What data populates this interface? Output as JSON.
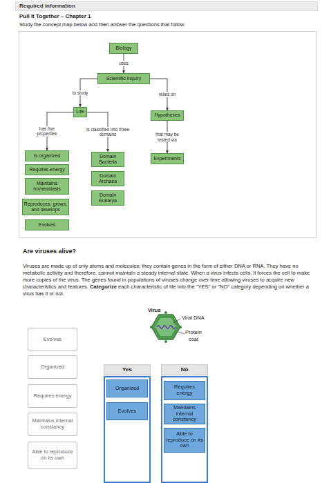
{
  "diagram": {
    "title": "Required information",
    "nodes": [
      {
        "text": [
          "Biology"
        ]
      },
      {
        "text": [
          "Scientific inquiry"
        ]
      },
      {
        "text": [
          "Life"
        ]
      },
      {
        "text": [
          "Hypotheses"
        ]
      },
      {
        "text": [
          "Is organized"
        ]
      },
      {
        "text": [
          "Requires energy"
        ]
      },
      {
        "text": [
          "Maintains homeostasis"
        ]
      },
      {
        "text": [
          "Reproduces, grows, and develops"
        ]
      },
      {
        "text": [
          "Evolves"
        ]
      },
      {
        "text": [
          "Domain Bacteria"
        ]
      },
      {
        "text": [
          "Domain Archaea"
        ]
      },
      {
        "text": [
          "Domain Eukarya"
        ]
      },
      {
        "text": [
          "Experiments"
        ]
      },
      {
        "text": [
          "Evolves"
        ]
      },
      {
        "text": [
          "Organized"
        ]
      },
      {
        "text": [
          "Requires energy"
        ]
      },
      {
        "text": [
          "Maintains internal constancy"
        ]
      },
      {
        "text": [
          "Able to reproduce on its own"
        ]
      },
      {
        "text": [
          "Yes"
        ]
      },
      {
        "text": [
          "Organized"
        ],
        "in": 18
      },
      {
        "text": [
          "Evolves"
        ],
        "in": 18
      },
      {
        "text": [
          "No"
        ]
      },
      {
        "text": [
          "Requires energy"
        ],
        "in": 21
      },
      {
        "text": [
          "Maintains internal constancy"
        ],
        "in": 21
      },
      {
        "text": [
          "Able to reproduce on its own"
        ],
        "in": 21
      }
    ],
    "edges": [
      {
        "from": 0,
        "to": 1,
        "label": "uses",
        "arrow": "to"
      },
      {
        "from": 1,
        "to": 2,
        "label": "to study",
        "arrow": "to"
      },
      {
        "from": 1,
        "to": 3,
        "label": "relies on",
        "arrow": "to"
      },
      {
        "from": 2,
        "to": 4,
        "label": "has five properties",
        "arrow": "to"
      },
      {
        "from": 2,
        "to": 9,
        "label": "is classified into three domains",
        "arrow": "to"
      },
      {
        "from": 3,
        "to": 12,
        "label": "that may be tested via",
        "arrow": "to"
      }
    ],
    "labels": [
      "Pull It Together – Chapter 1",
      "Study the concept map below and then answer the questions that follow.",
      "Are viruses alive?",
      "Viruses are made up of only atoms and molecules; they contain genes in the form of either DNA or RNA. They have no metabolic activity and therefore, cannot maintain a steady internal state. When a virus infects cells, it forces the cell to make more copies of the virus. The genes found in populations of viruses change over time allowing viruses to acquire new characteristics and features.",
      "Categorize",
      "each characteristic of life into the \"YES\" or \"NO\" category depending on whether a virus has it or not.",
      "Virus",
      "Viral DNA",
      "Protein coat"
    ]
  }
}
